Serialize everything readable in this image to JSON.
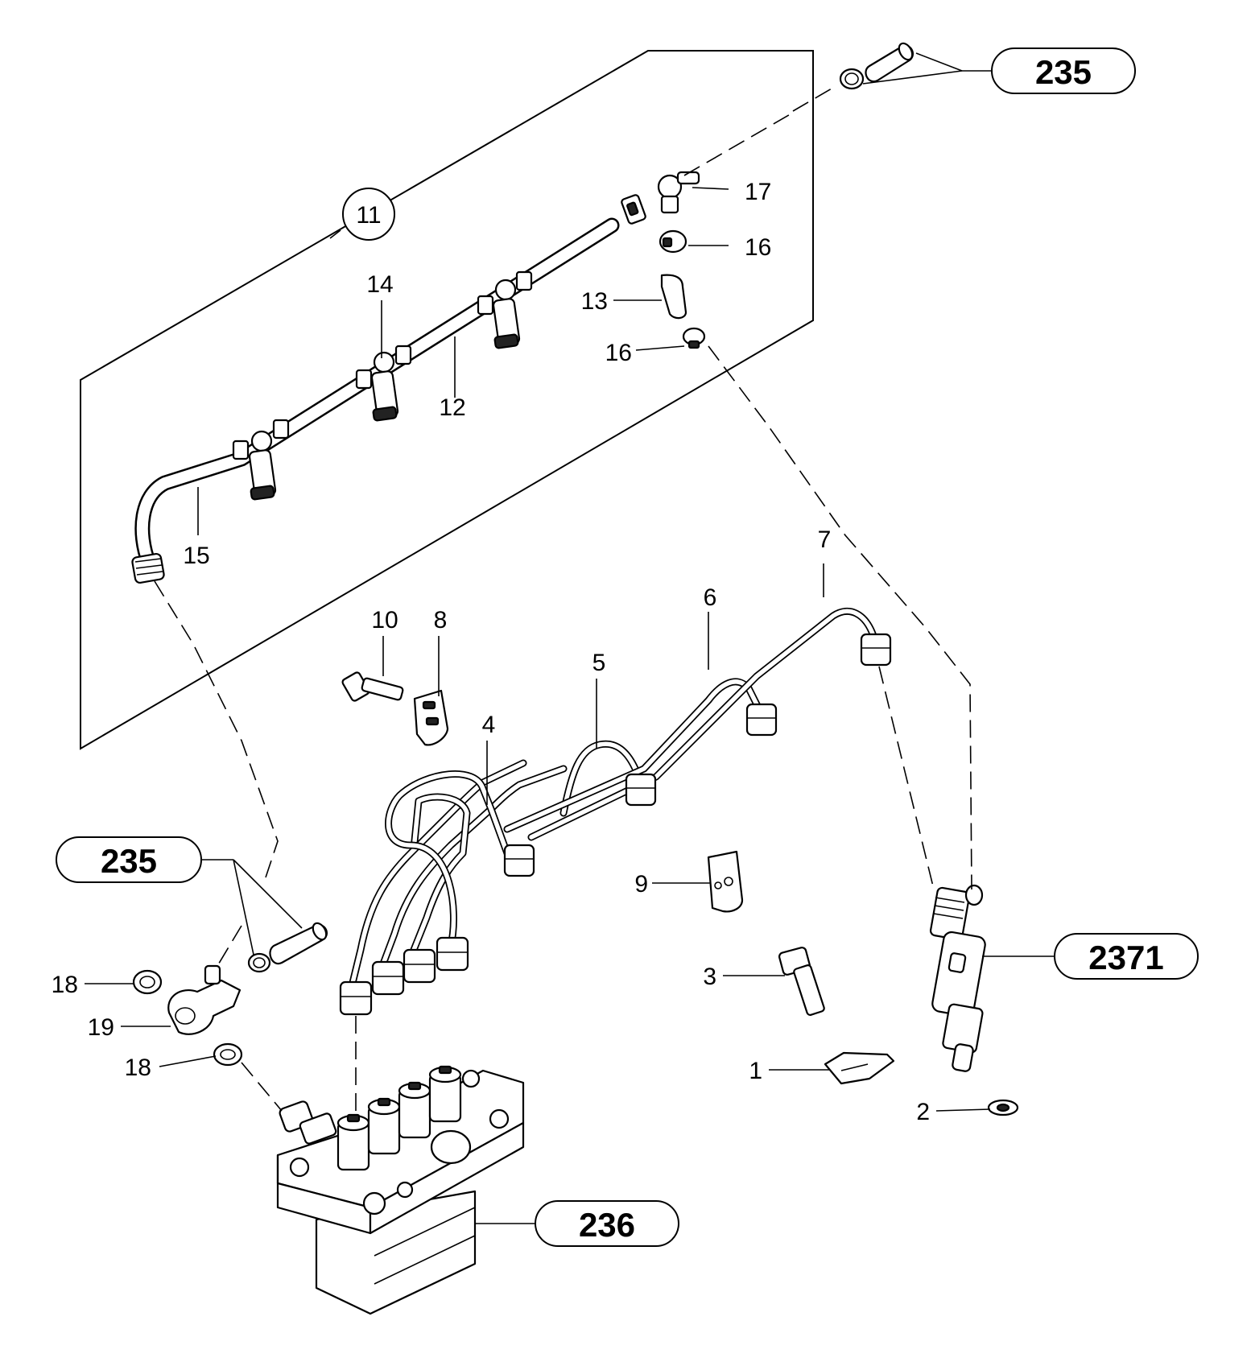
{
  "callouts": {
    "p1": "1",
    "p2": "2",
    "p3": "3",
    "p4": "4",
    "p5": "5",
    "p6": "6",
    "p7": "7",
    "p8": "8",
    "p9": "9",
    "p10": "10",
    "p11": "11",
    "p12": "12",
    "p13": "13",
    "p14": "14",
    "p15": "15",
    "p16a": "16",
    "p16b": "16",
    "p17": "17",
    "p18a": "18",
    "p18b": "18",
    "p19": "19"
  },
  "references": {
    "r235_top": "235",
    "r235_left": "235",
    "r2371": "2371",
    "r236": "236"
  }
}
